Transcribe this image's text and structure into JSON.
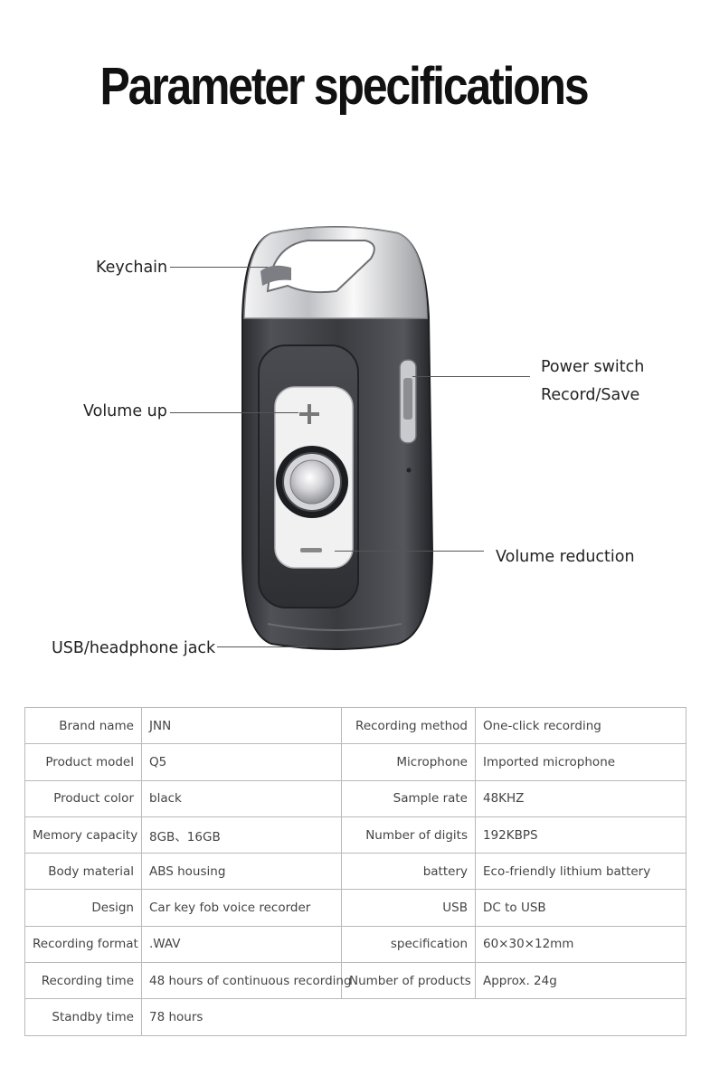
{
  "page": {
    "title": "Parameter specifications"
  },
  "callouts": {
    "keychain": "Keychain",
    "volume_up": "Volume up",
    "power_switch": "Power switch",
    "record_save": "Record/Save",
    "volume_reduction": "Volume reduction",
    "usb_jack": "USB/headphone jack"
  },
  "specs": [
    {
      "left_label": "Brand name",
      "left_value": "JNN",
      "right_label": "Recording method",
      "right_value": "One-click recording"
    },
    {
      "left_label": "Product model",
      "left_value": "Q5",
      "right_label": "Microphone",
      "right_value": "Imported microphone"
    },
    {
      "left_label": "Product color",
      "left_value": "black",
      "right_label": "Sample rate",
      "right_value": "48KHZ"
    },
    {
      "left_label": "Memory capacity",
      "left_value": "8GB、16GB",
      "right_label": "Number of digits",
      "right_value": "192KBPS"
    },
    {
      "left_label": "Body material",
      "left_value": "ABS housing",
      "right_label": "battery",
      "right_value": "Eco-friendly lithium battery"
    },
    {
      "left_label": "Design",
      "left_value": "Car key fob voice recorder",
      "right_label": "USB",
      "right_value": "DC to USB"
    },
    {
      "left_label": "Recording format",
      "left_value": ".WAV",
      "right_label": "specification",
      "right_value": "60×30×12mm"
    },
    {
      "left_label": "Recording time",
      "left_value": "48 hours of continuous recording",
      "right_label": "Number of products",
      "right_value": "Approx. 24g"
    },
    {
      "left_label": "Standby time",
      "left_value": "78 hours"
    }
  ],
  "colors": {
    "body_dark": "#3a3b3f",
    "chrome": "#d9d9dc",
    "button_face": "#eeeeee",
    "table_border": "#b9b9b9",
    "title": "#111111"
  }
}
